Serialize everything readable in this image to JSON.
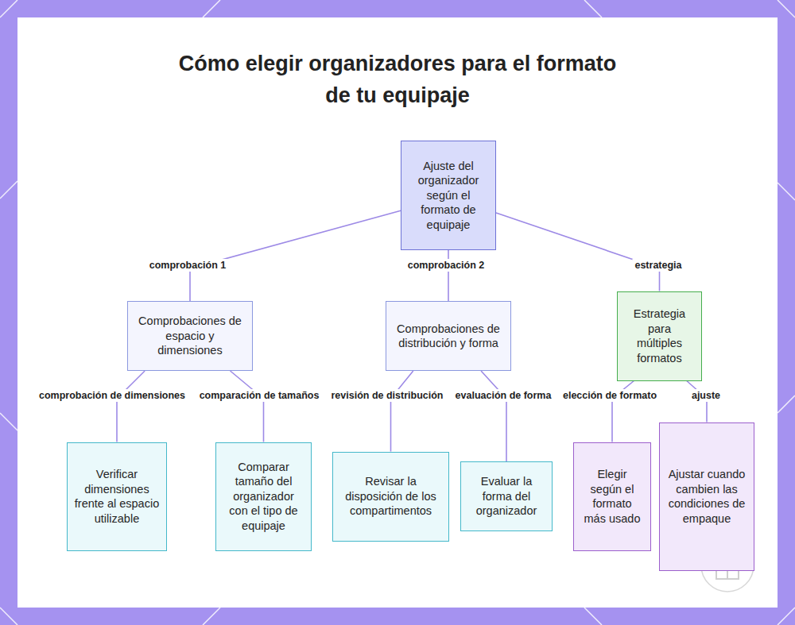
{
  "diagram": {
    "title": "Cómo elegir organizadores para el formato de tu equipaje",
    "nodes": [
      {
        "text": [
          "Ajuste del organizador según el formato de equipaje"
        ]
      },
      {
        "text": [
          "Comprobaciones de espacio y dimensiones"
        ]
      },
      {
        "text": [
          "Comprobaciones de distribución y forma"
        ]
      },
      {
        "text": [
          "Estrategia para múltiples formatos"
        ]
      },
      {
        "text": [
          "Verificar dimensiones frente al espacio utilizable"
        ]
      },
      {
        "text": [
          "Comparar tamaño del organizador con el tipo de equipaje"
        ]
      },
      {
        "text": [
          "Revisar la disposición de los compartimentos"
        ]
      },
      {
        "text": [
          "Evaluar la forma del organizador"
        ]
      },
      {
        "text": [
          "Elegir según el formato más usado"
        ]
      },
      {
        "text": [
          "Ajustar cuando cambien las condiciones de empaque"
        ]
      }
    ],
    "edges": [
      {
        "from": 0,
        "to": 1,
        "label": "comprobación 1",
        "arrow": "none"
      },
      {
        "from": 0,
        "to": 2,
        "label": "comprobación 2",
        "arrow": "none"
      },
      {
        "from": 0,
        "to": 3,
        "label": "estrategia",
        "arrow": "none"
      },
      {
        "from": 1,
        "to": 4,
        "label": "comprobación de dimensiones",
        "arrow": "none"
      },
      {
        "from": 1,
        "to": 5,
        "label": "comparación de tamaños",
        "arrow": "none"
      },
      {
        "from": 2,
        "to": 6,
        "label": "revisión de distribución",
        "arrow": "none"
      },
      {
        "from": 2,
        "to": 7,
        "label": "evaluación de forma",
        "arrow": "none"
      },
      {
        "from": 3,
        "to": 8,
        "label": "elección de formato",
        "arrow": "none"
      },
      {
        "from": 3,
        "to": 9,
        "label": "ajuste",
        "arrow": "none"
      }
    ]
  }
}
